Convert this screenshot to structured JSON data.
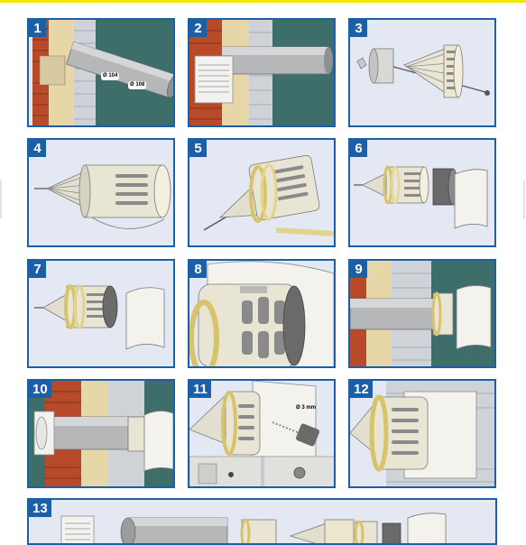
{
  "steps": [
    {
      "n": "1"
    },
    {
      "n": "2"
    },
    {
      "n": "3"
    },
    {
      "n": "4"
    },
    {
      "n": "5"
    },
    {
      "n": "6"
    },
    {
      "n": "7"
    },
    {
      "n": "8"
    },
    {
      "n": "9"
    },
    {
      "n": "10"
    },
    {
      "n": "11"
    },
    {
      "n": "12"
    },
    {
      "n": "13"
    }
  ],
  "labels": {
    "pipe_inner_diameter": "Ø 104",
    "pipe_outer_diameter": "Ø 108",
    "drill_diameter": "Ø 3 mm"
  },
  "colors": {
    "frame": "#1d5fa6",
    "panel_bg": "#e4e8f3",
    "brick": "#b84a2a",
    "insulation": "#e7d7a8",
    "siding": "#cfd3d8",
    "wall_dark": "#3e6e6a",
    "pipe": "#b5b7b9",
    "tape": "#e2d48c",
    "top_bar": "#f2e600"
  }
}
